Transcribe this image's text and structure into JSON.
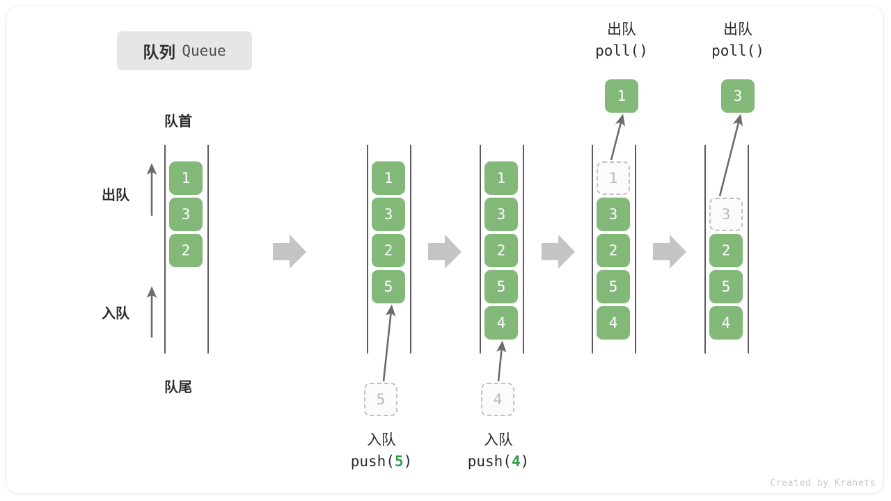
{
  "title": {
    "cn": "队列",
    "en": "Queue"
  },
  "labels": {
    "front": "队首",
    "rear": "队尾",
    "dequeue_side": "出队",
    "enqueue_side": "入队"
  },
  "colors": {
    "cell_green": "#82b878",
    "accent_green": "#2f9e4f",
    "rail_gray": "#5b5b5b",
    "ghost_border": "#c2c2c2",
    "ghost_text": "#b8b8b8",
    "arrow_gray": "#c4c4c4",
    "thin_arrow": "#6b6b6b",
    "pill_bg": "#e6e6e6",
    "text": "#2b2b2b"
  },
  "stages": [
    {
      "name": "initial",
      "cells": [
        "1",
        "3",
        "2"
      ],
      "ghost_top": null,
      "ghost_bottom": null,
      "popped": null,
      "op_top": null,
      "op_bottom": null
    },
    {
      "name": "after-push-5",
      "cells": [
        "1",
        "3",
        "2",
        "5"
      ],
      "ghost_top": null,
      "ghost_bottom": "5",
      "popped": null,
      "op_top": null,
      "op_bottom": {
        "l1": "入队",
        "fn": "push(",
        "num": "5",
        "close": ")"
      }
    },
    {
      "name": "after-push-4",
      "cells": [
        "1",
        "3",
        "2",
        "5",
        "4"
      ],
      "ghost_top": null,
      "ghost_bottom": "4",
      "popped": null,
      "op_top": null,
      "op_bottom": {
        "l1": "入队",
        "fn": "push(",
        "num": "4",
        "close": ")"
      }
    },
    {
      "name": "after-poll-1",
      "cells": [
        "3",
        "2",
        "5",
        "4"
      ],
      "ghost_top": "1",
      "ghost_bottom": null,
      "popped": "1",
      "op_top": {
        "l1": "出队",
        "l2": "poll()"
      },
      "op_bottom": null
    },
    {
      "name": "after-poll-3",
      "cells": [
        "2",
        "5",
        "4"
      ],
      "ghost_top": "3",
      "ghost_bottom": null,
      "popped": "3",
      "op_top": {
        "l1": "出队",
        "l2": "poll()"
      },
      "op_bottom": null
    }
  ],
  "credit": "Created by Krahets"
}
